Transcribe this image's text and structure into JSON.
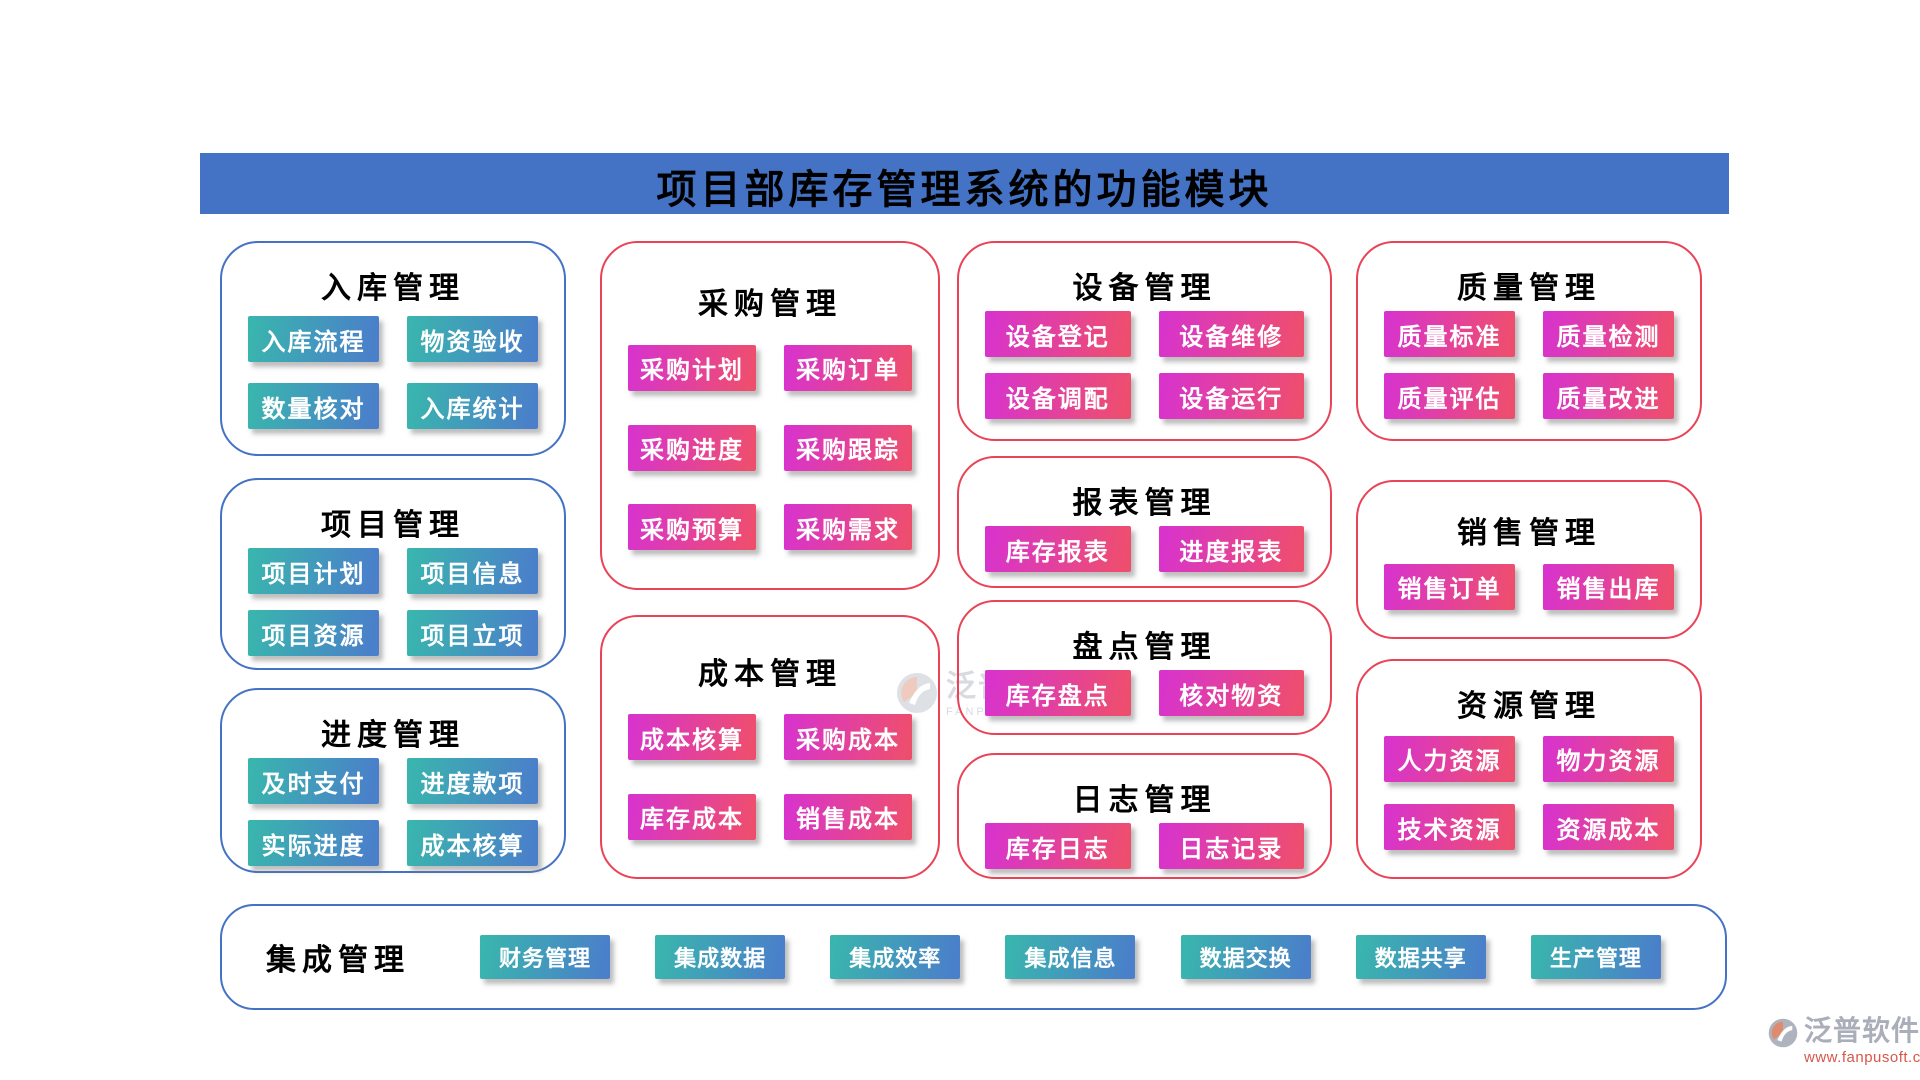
{
  "banner": {
    "title": "项目部库存管理系统的功能模块"
  },
  "groups": [
    {
      "title": "入库管理",
      "items": [
        "入库流程",
        "物资验收",
        "数量核对",
        "入库统计"
      ]
    },
    {
      "title": "项目管理",
      "items": [
        "项目计划",
        "项目信息",
        "项目资源",
        "项目立项"
      ]
    },
    {
      "title": "进度管理",
      "items": [
        "及时支付",
        "进度款项",
        "实际进度",
        "成本核算"
      ]
    },
    {
      "title": "采购管理",
      "items": [
        "采购计划",
        "采购订单",
        "采购进度",
        "采购跟踪",
        "采购预算",
        "采购需求"
      ]
    },
    {
      "title": "成本管理",
      "items": [
        "成本核算",
        "采购成本",
        "库存成本",
        "销售成本"
      ]
    },
    {
      "title": "设备管理",
      "items": [
        "设备登记",
        "设备维修",
        "设备调配",
        "设备运行"
      ]
    },
    {
      "title": "报表管理",
      "items": [
        "库存报表",
        "进度报表"
      ]
    },
    {
      "title": "盘点管理",
      "items": [
        "库存盘点",
        "核对物资"
      ]
    },
    {
      "title": "日志管理",
      "items": [
        "库存日志",
        "日志记录"
      ]
    },
    {
      "title": "质量管理",
      "items": [
        "质量标准",
        "质量检测",
        "质量评估",
        "质量改进"
      ]
    },
    {
      "title": "销售管理",
      "items": [
        "销售订单",
        "销售出库"
      ]
    },
    {
      "title": "资源管理",
      "items": [
        "人力资源",
        "物力资源",
        "技术资源",
        "资源成本"
      ]
    }
  ],
  "integration": {
    "title": "集成管理",
    "items": [
      "财务管理",
      "集成数据",
      "集成效率",
      "集成信息",
      "数据交换",
      "数据共享",
      "生产管理"
    ]
  },
  "watermarks": {
    "center": {
      "brand": "泛普软件",
      "sub": "FANPU SOFTWARE"
    },
    "corner": {
      "brand": "泛普软件",
      "url": "www.fanpusoft.com"
    }
  },
  "colors": {
    "banner_blue": "#4472c4",
    "blue_border": "#4472c4",
    "red_border": "#ea4256",
    "teal_gradient_from": "#3ab4ae",
    "teal_gradient_to": "#4a7fca",
    "pink_gradient_from": "#d834cb",
    "pink_gradient_to": "#ee4e6e"
  }
}
